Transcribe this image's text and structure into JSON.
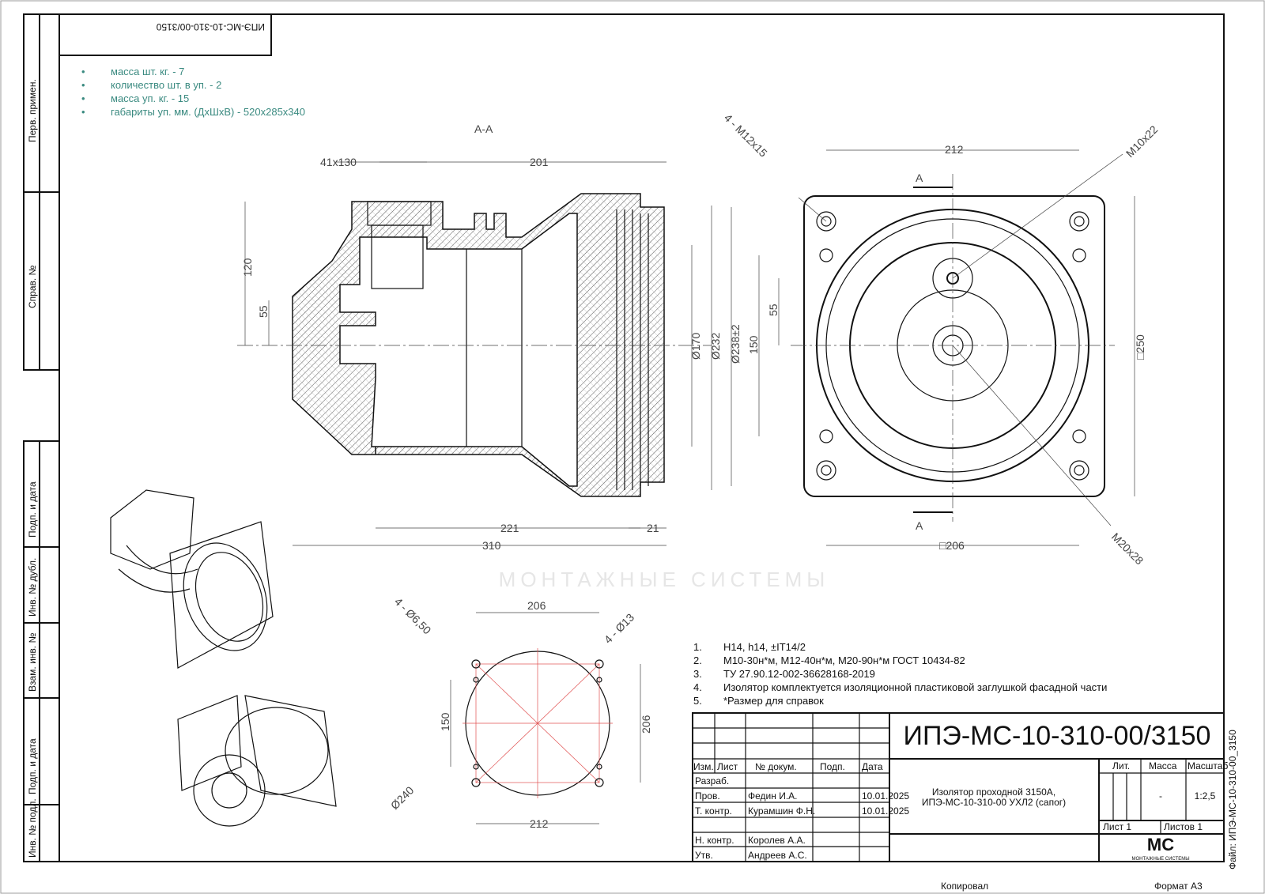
{
  "stamp_top": "ИПЭ-МС-10-310-00/3150",
  "specs": [
    "масса шт. кг. - 7",
    "количество шт. в уп. - 2",
    "масса уп. кг. - 15",
    "габариты уп. мм. (ДхШхВ) - 520х285х340"
  ],
  "side_labels": [
    "Перв. примен.",
    "Справ. №",
    "Подп. и дата",
    "Инв. № дубл.",
    "Взам. инв. №",
    "Подп. и дата",
    "Инв. № подл."
  ],
  "section": {
    "title": "А-А",
    "d_41x130": "41x130",
    "d_201": "201",
    "d_120": "120",
    "d_55": "55",
    "d_221": "221",
    "d_21": "21",
    "d_310": "310",
    "d_170": "Ø170",
    "d_232": "Ø232",
    "d_238": "Ø238±2"
  },
  "front": {
    "thread_holes": "4 - M12x15",
    "d_212": "212",
    "thread_m10": "M10x22",
    "cut_a_top": "А",
    "cut_a_bottom": "А",
    "d_55": "55",
    "d_150": "150",
    "d_250": "□250",
    "d_206": "□206",
    "thread_m20": "M20x28"
  },
  "mount": {
    "d_206_top": "206",
    "holes_650": "4 - Ø6,50",
    "holes_13": "4 - Ø13",
    "d_150": "150",
    "d_206_right": "206",
    "d_240": "Ø240",
    "d_212": "212"
  },
  "notes": [
    {
      "n": "1.",
      "t": "H14, h14, ±IT14/2"
    },
    {
      "n": "2.",
      "t": "M10-30н*м, M12-40н*м, M20-90н*м ГОСТ 10434-82"
    },
    {
      "n": "3.",
      "t": "ТУ 27.90.12-002-36628168-2019"
    },
    {
      "n": "4.",
      "t": "Изолятор комплектуется изоляционной пластиковой заглушкой фасадной части"
    },
    {
      "n": "5.",
      "t": "*Размер для справок"
    }
  ],
  "title_block": {
    "designation": "ИПЭ-МС-10-310-00/3150",
    "name_line1": "Изолятор проходной 3150А,",
    "name_line2": "ИПЭ-МС-10-310-00 УХЛ2 (сапог)",
    "headers": {
      "izm": "Изм.",
      "list": "Лист",
      "doc": "№ докум.",
      "podp": "Подп.",
      "date": "Дата",
      "lit": "Лит.",
      "mass": "Масса",
      "scale": "Масштаб"
    },
    "rows": [
      {
        "role": "Разраб.",
        "name": "",
        "date": ""
      },
      {
        "role": "Пров.",
        "name": "Федин И.А.",
        "date": "10.01.2025"
      },
      {
        "role": "Т. контр.",
        "name": "Курамшин Ф.Н.",
        "date": "10.01.2025"
      },
      {
        "role": "",
        "name": "",
        "date": ""
      },
      {
        "role": "Н. контр.",
        "name": "Королев А.А.",
        "date": ""
      },
      {
        "role": "Утв.",
        "name": "Андреев А.С.",
        "date": ""
      }
    ],
    "mass": "-",
    "scale": "1:2,5",
    "sheet": "Лист 1",
    "sheets": "Листов 1",
    "logo_text": "МС",
    "logo_sub": "МОНТАЖНЫЕ СИСТЕМЫ"
  },
  "copied": "Копировал",
  "format": "Формат А3",
  "file": "Файл: ИПЭ-МС-10-310-00_3150",
  "watermark": "МОНТАЖНЫЕ СИСТЕМЫ"
}
